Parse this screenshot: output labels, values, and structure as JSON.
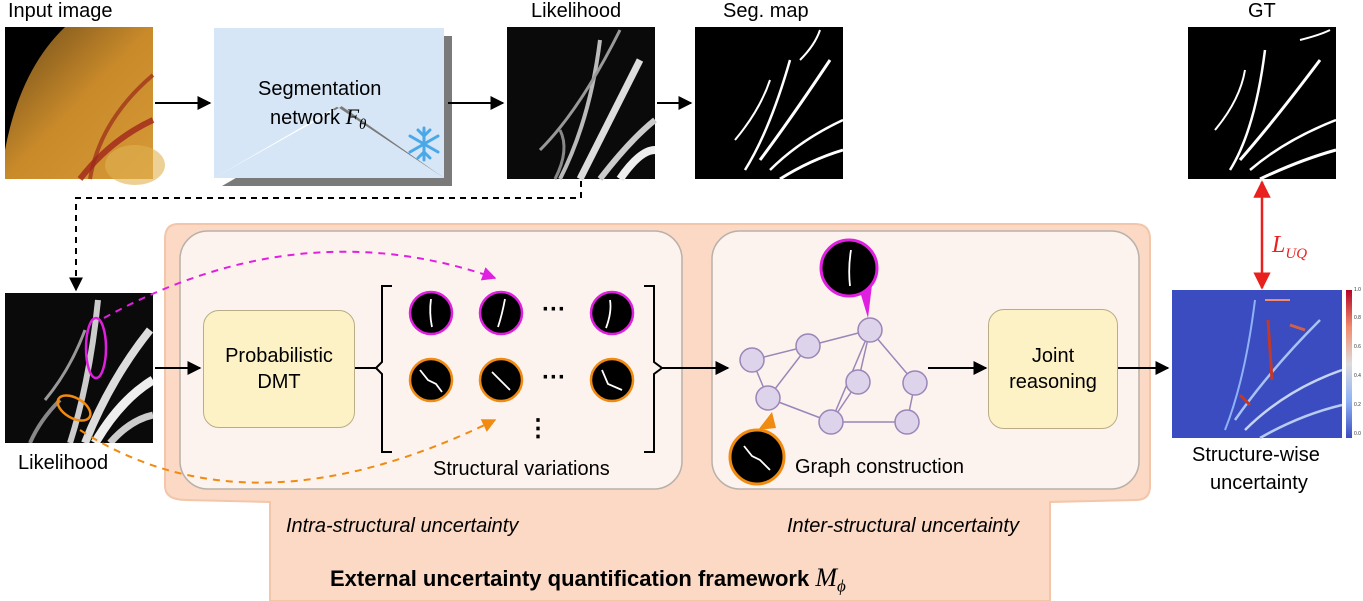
{
  "top_row": {
    "input_label": "Input image",
    "network_label_line1": "Segmentation",
    "network_label_line2": "network",
    "network_symbol": "F",
    "network_subscript": "θ",
    "frozen_icon": "snowflake-icon",
    "likelihood_label": "Likelihood",
    "segmap_label": "Seg. map",
    "gt_label": "GT"
  },
  "loss": {
    "symbol": "L",
    "subscript": "UQ",
    "color": "#e8211e"
  },
  "left": {
    "likelihood_label": "Likelihood"
  },
  "intra": {
    "dmt_line1": "Probabilistic",
    "dmt_line2": "DMT",
    "ellipsis": "···",
    "vellipsis": "⋮",
    "variations_label": "Structural variations",
    "caption": "Intra-structural uncertainty"
  },
  "inter": {
    "graph_label": "Graph construction",
    "reason_line1": "Joint",
    "reason_line2": "reasoning",
    "caption": "Inter-structural uncertainty"
  },
  "output": {
    "label_line1": "Structure-wise",
    "label_line2": "uncertainty",
    "colorbar_ticks": [
      "1.0",
      "0.8",
      "0.6",
      "0.4",
      "0.2",
      "0.0"
    ]
  },
  "framework": {
    "title": "External uncertainty quantification framework",
    "symbol": "M",
    "subscript": "ϕ"
  },
  "colors": {
    "magenta": "#e020e0",
    "orange": "#f08a10",
    "network_fill": "#d6e6f6",
    "panel_bg": "#fbd9c4",
    "panel_inner": "#fdf3ee",
    "box_fill": "#fdf1c6",
    "graph_node": "#ddd3ea",
    "graph_edge": "#9a86b8"
  }
}
